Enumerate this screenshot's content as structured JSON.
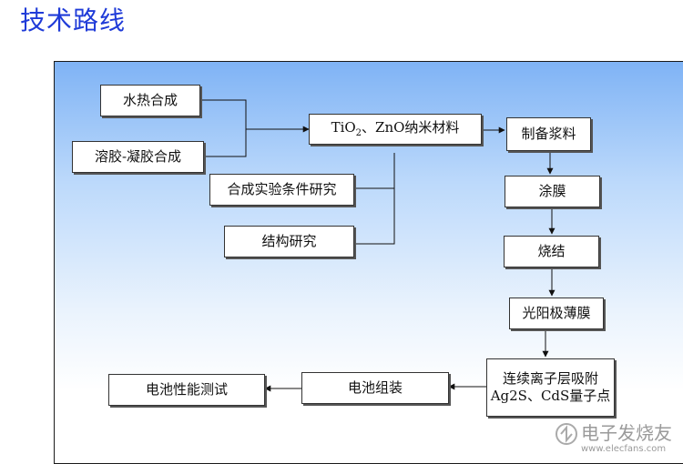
{
  "title": "技术路线",
  "boxes": {
    "hydrothermal": "水热合成",
    "solgel": "溶胶-凝胶合成",
    "material_prefix": "TiO",
    "material_sub": "2",
    "material_suffix": "、ZnO纳米材料",
    "conditions": "合成实验条件研究",
    "structure": "结构研究",
    "slurry": "制备浆料",
    "coating": "涂膜",
    "sintering": "烧结",
    "photoanode": "光阳极薄膜",
    "adsorption_line1": "连续离子层吸附",
    "adsorption_line2": "Ag2S、CdS量子点",
    "assembly": "电池组装",
    "testing": "电池性能测试"
  },
  "watermark": {
    "name": "电子发烧友",
    "url": "www.elecfans.com"
  }
}
